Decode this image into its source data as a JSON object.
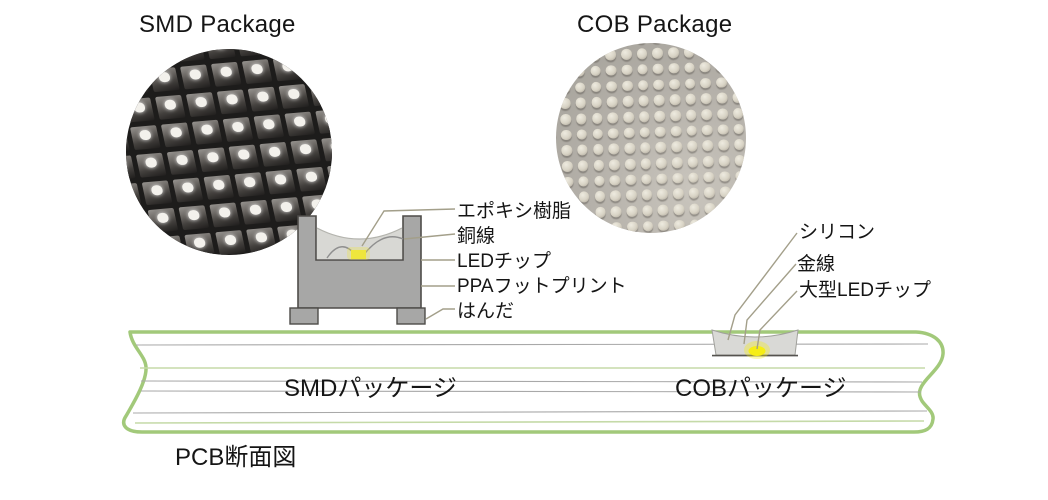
{
  "photos": {
    "smd": {
      "title": "SMD Package"
    },
    "cob": {
      "title": "COB Package"
    }
  },
  "smd_package": {
    "labels": [
      "エポキシ樹脂",
      "銅線",
      "LEDチップ",
      "PPAフットプリント",
      "はんだ"
    ],
    "pcb_caption": "SMDパッケージ"
  },
  "cob_package": {
    "labels": [
      "シリコン",
      "金線",
      "大型LEDチップ"
    ],
    "pcb_caption": "COBパッケージ"
  },
  "pcb": {
    "caption": "PCB断面図"
  },
  "colors": {
    "pcb_outline": "#a2c97a",
    "pcb_line": "#a9a9a9",
    "pcb_line_soft": "#c5daa8",
    "package_body": "#a7a7a6",
    "package_outline": "#4e4c49",
    "epoxy": "#d8d8d4",
    "wire": "#8f8f8f",
    "chip_yellow": "#eee63c",
    "cob_dish": "#d9d9d6",
    "cob_chip_yellow": "#f6ee14",
    "leader": "#a39f8a"
  }
}
